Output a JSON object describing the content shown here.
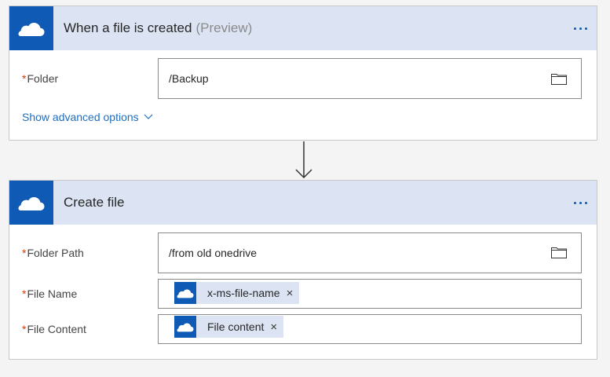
{
  "trigger": {
    "title": "When a file is created",
    "preview": "(Preview)",
    "folder_label": "Folder",
    "folder_value": "/Backup",
    "advanced_label": "Show advanced options"
  },
  "action": {
    "title": "Create file",
    "folder_path_label": "Folder Path",
    "folder_path_value": "/from old onedrive",
    "file_name_label": "File Name",
    "file_name_token": "x-ms-file-name",
    "file_content_label": "File Content",
    "file_content_token": "File content"
  },
  "required_marker": "*",
  "remove_glyph": "×",
  "colors": {
    "brand": "#0f5ab4",
    "header_bg": "#dce4f4",
    "link": "#1f6fbf",
    "required": "#d83b01"
  },
  "icons": [
    "onedrive-cloud-icon",
    "more-options-icon",
    "folder-icon",
    "chevron-down-icon",
    "down-arrow-icon",
    "remove-icon"
  ]
}
